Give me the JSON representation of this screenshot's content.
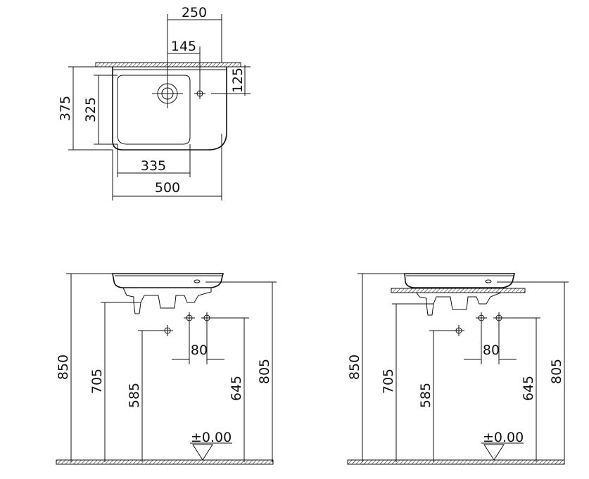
{
  "plan_view": {
    "dim_wall_offset": "250",
    "dim_tap_offset": "145",
    "dim_tap_depth": "125",
    "dim_total_depth": "375",
    "dim_bowl_depth": "325",
    "dim_bowl_width": "335",
    "dim_total_width": "500"
  },
  "elevation_left": {
    "dim_rim_height": "850",
    "dim_bracket_height": "705",
    "dim_waste_height": "585",
    "dim_supply_height": "645",
    "dim_overflow_height": "805",
    "dim_supply_spacing": "80",
    "floor_level": "±0.00"
  },
  "elevation_right": {
    "dim_rim_height": "850",
    "dim_bracket_height": "705",
    "dim_waste_height": "585",
    "dim_supply_height": "645",
    "dim_overflow_height": "805",
    "dim_supply_spacing": "80",
    "floor_level": "±0.00"
  }
}
